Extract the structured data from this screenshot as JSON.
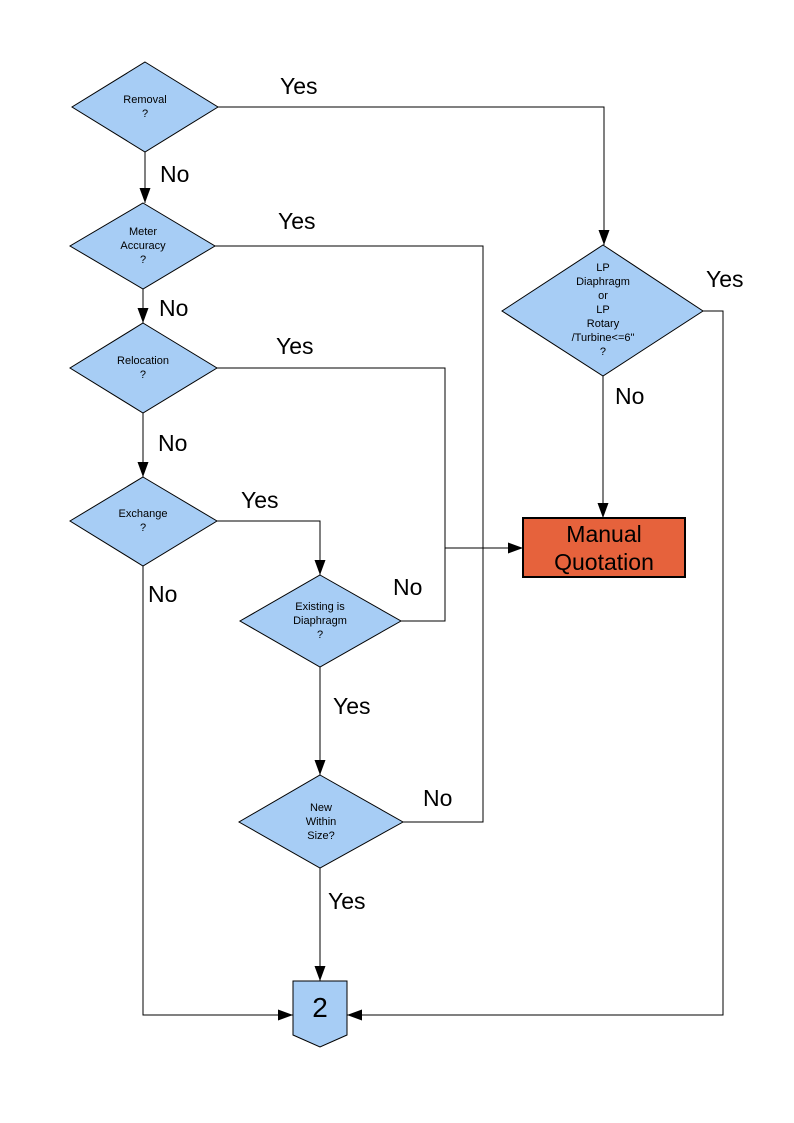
{
  "colors": {
    "decision_fill": "#A7CDF5",
    "process_fill": "#E6623C",
    "connector_fill": "#A7CDF5",
    "line_color": "#000000"
  },
  "nodes": {
    "removal": {
      "type": "decision",
      "label": "Removal\n?"
    },
    "meter_accuracy": {
      "type": "decision",
      "label": "Meter\nAccuracy\n?"
    },
    "relocation": {
      "type": "decision",
      "label": "Relocation\n?"
    },
    "exchange": {
      "type": "decision",
      "label": "Exchange\n?"
    },
    "existing_is_diaphragm": {
      "type": "decision",
      "label": "Existing is\nDiaphragm\n?"
    },
    "new_within_size": {
      "type": "decision",
      "label": "New\nWithin\nSize?"
    },
    "lp_meter_type": {
      "type": "decision",
      "label": "LP\nDiaphragm\nor\nLP\nRotary\n/Turbine<=6\"\n?"
    },
    "manual_quotation": {
      "type": "process",
      "label": "Manual\nQuotation"
    },
    "offpage_connector": {
      "type": "offpage-connector",
      "label": "2"
    }
  },
  "edge_labels": {
    "removal_yes": "Yes",
    "removal_no": "No",
    "meter_yes": "Yes",
    "meter_no": "No",
    "relocation_yes": "Yes",
    "relocation_no": "No",
    "exchange_yes": "Yes",
    "exchange_no": "No",
    "existing_no": "No",
    "existing_yes": "Yes",
    "new_no": "No",
    "new_yes": "Yes",
    "lp_yes": "Yes",
    "lp_no": "No"
  }
}
